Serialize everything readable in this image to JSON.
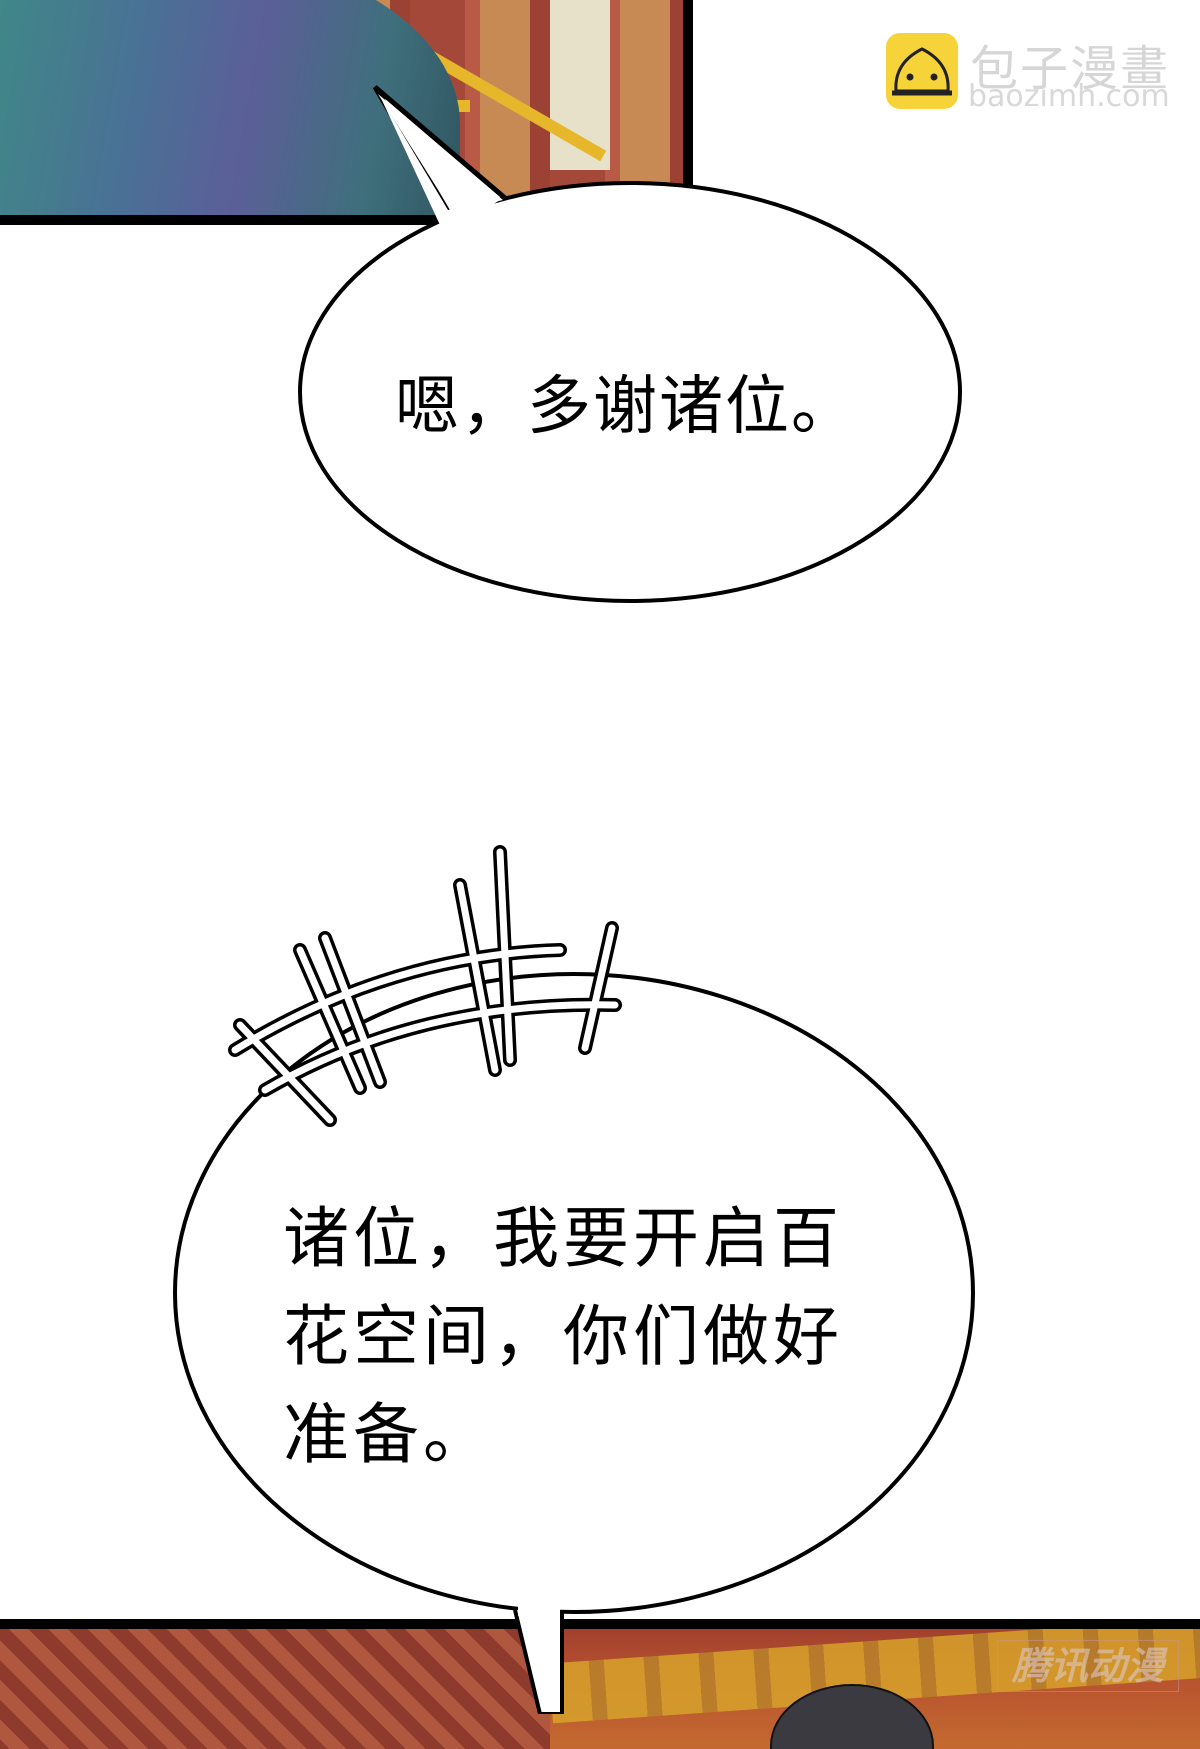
{
  "watermark_top": {
    "icon": "steamed-bun-logo-icon",
    "title": "包子漫畫",
    "url": "baozimh.com",
    "icon_color": "#F7D33A",
    "text_color": "#D6D6D6"
  },
  "panels": {
    "top": {
      "description": "character robe over shoulder, red-and-gold palace building in background"
    },
    "bottom": {
      "description": "red palace eaves with gold ornaments, dark-haired character head"
    }
  },
  "bubbles": [
    {
      "id": "bubble-1",
      "lines": [
        "嗯，多谢诸位。"
      ]
    },
    {
      "id": "bubble-2",
      "lines": [
        "诸位，我要开启百",
        "花空间，你们做好",
        "准备。"
      ],
      "effect": "surprise-hash-marks"
    }
  ],
  "watermark_bottom": {
    "text": "腾讯动漫"
  }
}
